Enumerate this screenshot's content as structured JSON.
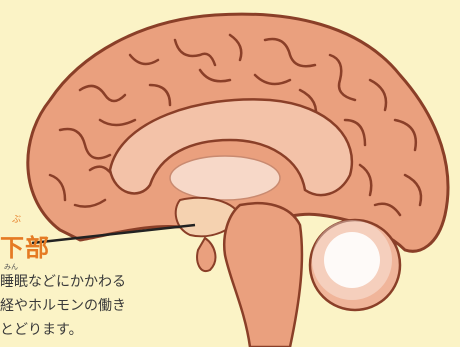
{
  "annotation": {
    "title": "下部",
    "title_ruby": "ぶ",
    "desc_ruby": "みん",
    "description_lines": [
      "睡眠などにかかわる",
      "経やホルモンの働き",
      "とどります。"
    ]
  },
  "colors": {
    "background": "#fbf3c6",
    "brain": "#eaa07e",
    "outline": "#8a3f28",
    "accent": "#e57a23"
  }
}
